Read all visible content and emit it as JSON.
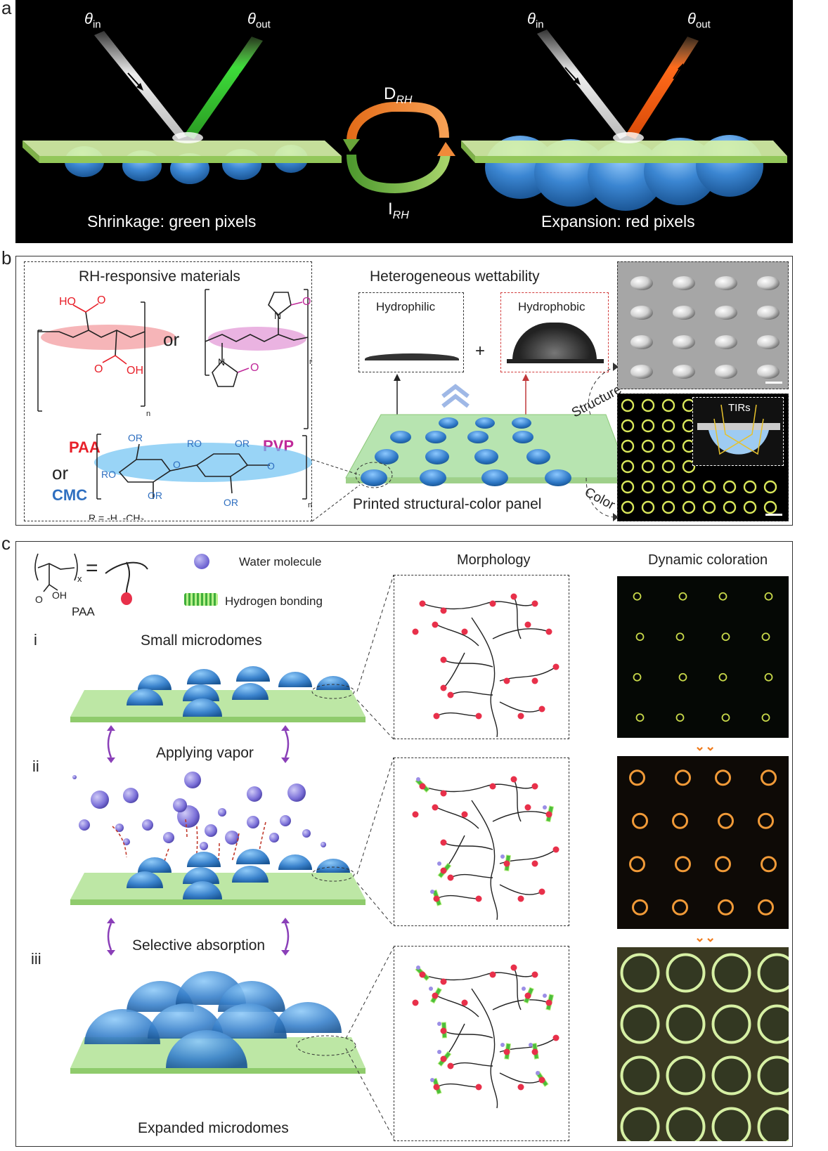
{
  "panels": {
    "a": {
      "letter": "a",
      "theta_in": "θ",
      "theta_in_sub": "in",
      "theta_out": "θ",
      "theta_out_sub": "out",
      "cycle_top": "D",
      "cycle_top_sub": "RH",
      "cycle_bottom": "I",
      "cycle_bottom_sub": "RH",
      "left_caption": "Shrinkage: green pixels",
      "right_caption": "Expansion: red pixels"
    },
    "b": {
      "letter": "b",
      "materials_title": "RH-responsive materials",
      "or1": "or",
      "or2": "or",
      "paa": "PAA",
      "pvp": "PVP",
      "cmc": "CMC",
      "r_group": "R = -H, -CH₃",
      "paa_ho": "HO",
      "paa_o": "O",
      "paa_oh": "OH",
      "pvp_o": "O",
      "pvp_n": "N",
      "cmc_or": "OR",
      "cmc_ro": "RO",
      "cmc_o": "O",
      "n": "n",
      "wettability_title": "Heterogeneous wettability",
      "hydrophilic": "Hydrophilic",
      "hydrophobic": "Hydrophobic",
      "plus": "+",
      "panel_caption": "Printed structural-color panel",
      "structure": "Structure",
      "color": "Color",
      "tirs": "TIRs"
    },
    "c": {
      "letter": "c",
      "legend_x": "x",
      "legend_equals": "=",
      "legend_paa": "PAA",
      "legend_o": "O",
      "legend_oh": "OH",
      "water_molecule": "Water molecule",
      "hydrogen_bonding": "Hydrogen bonding",
      "morphology": "Morphology",
      "dynamic_coloration": "Dynamic coloration",
      "step_i": "i",
      "step_ii": "ii",
      "step_iii": "iii",
      "small_microdomes": "Small microdomes",
      "applying_vapor": "Applying vapor",
      "selective_absorption": "Selective absorption",
      "expanded_microdomes": "Expanded microdomes"
    }
  },
  "colors": {
    "green_beam": "#3ddc3a",
    "orange_beam": "#ff6a1a",
    "dome_blue": "#3b7fc4",
    "slab_green": "#b9e6a0",
    "paa_red": "#e8202a",
    "pvp_magenta": "#c02a9a",
    "cmc_blue": "#2f6fc0",
    "water_purple": "#7b70d8"
  }
}
